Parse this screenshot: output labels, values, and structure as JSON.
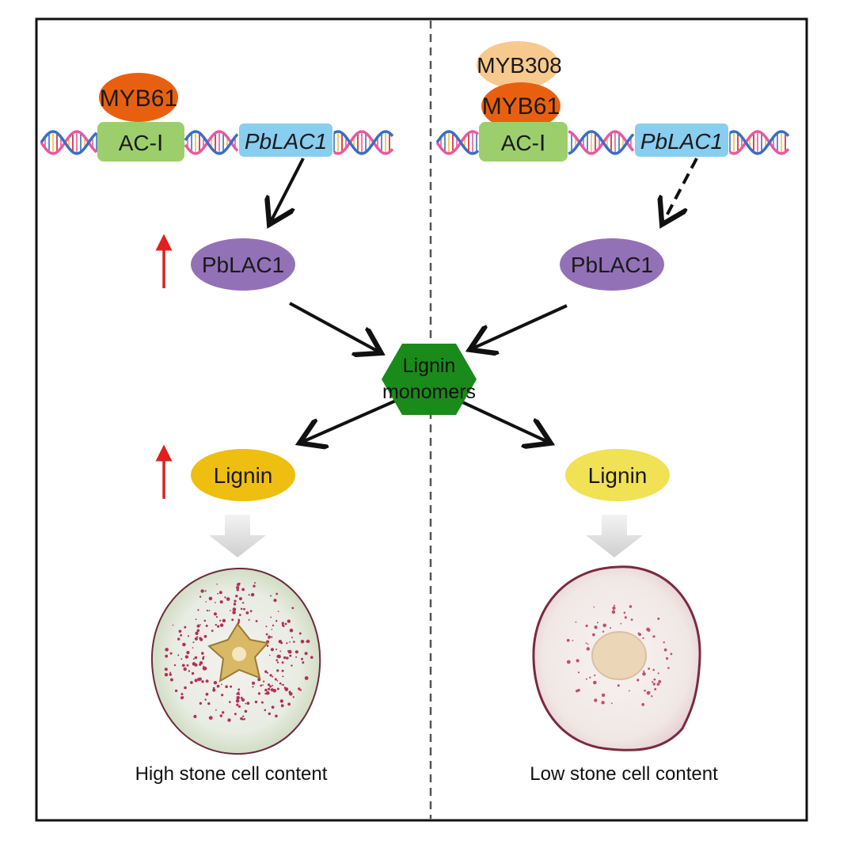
{
  "left_panel": {
    "tf_top": "MYB61",
    "promoter": "AC-Ⅰ",
    "gene": "PbLAC1",
    "protein": "PbLAC1",
    "lignin": "Lignin",
    "caption": "High stone cell content",
    "regulation": "up"
  },
  "right_panel": {
    "tf_outer": "MYB308",
    "tf_inner": "MYB61",
    "promoter": "AC-Ⅰ",
    "gene": "PbLAC1",
    "protein": "PbLAC1",
    "lignin": "Lignin",
    "caption": "Low stone cell content",
    "regulation": "reduced (dashed arrow)"
  },
  "center": {
    "monomers_line1": "Lignin",
    "monomers_line2": "monomers"
  },
  "colors": {
    "myb61": "#e8600f",
    "myb308": "#f8c98e",
    "ac1_box": "#9ccf6c",
    "gene_box": "#89cdef",
    "protein": "#9371b7",
    "lignin_high": "#eebe10",
    "lignin_low": "#f1e155",
    "monomers": "#1a8a1a",
    "up_arrow": "#e02020",
    "dna_red": "#c8202c",
    "dna_pink": "#e85aa0",
    "dna_blue": "#3a6fc0"
  }
}
